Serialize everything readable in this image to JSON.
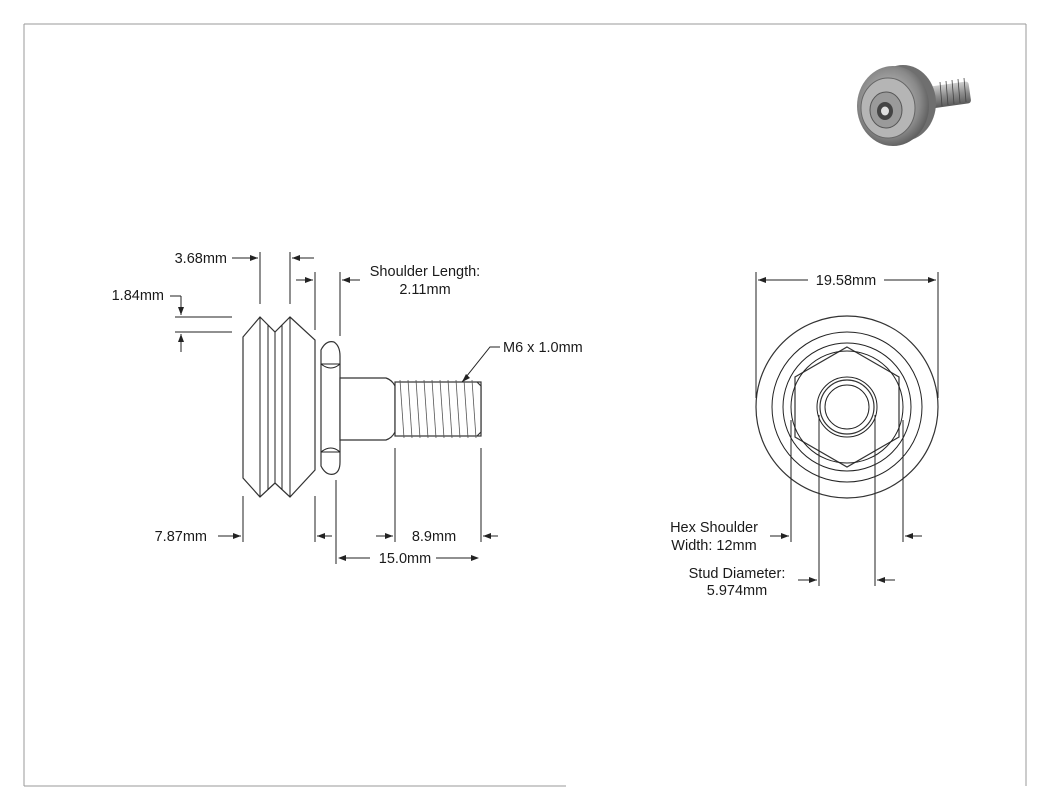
{
  "dimensions": {
    "wheel_width": "3.68mm",
    "groove_depth": "1.84mm",
    "shoulder_label": "Shoulder Length:",
    "shoulder_value": "2.11mm",
    "thread": "M6 x 1.0mm",
    "wheel_thickness": "7.87mm",
    "thread_length": "8.9mm",
    "stud_length": "15.0mm",
    "outer_diameter": "19.58mm",
    "hex_label": "Hex Shoulder",
    "hex_value": "Width: 12mm",
    "stud_label": "Stud Diameter:",
    "stud_value": "5.974mm"
  },
  "colors": {
    "line": "#222222",
    "frame": "#9a9a9a"
  }
}
